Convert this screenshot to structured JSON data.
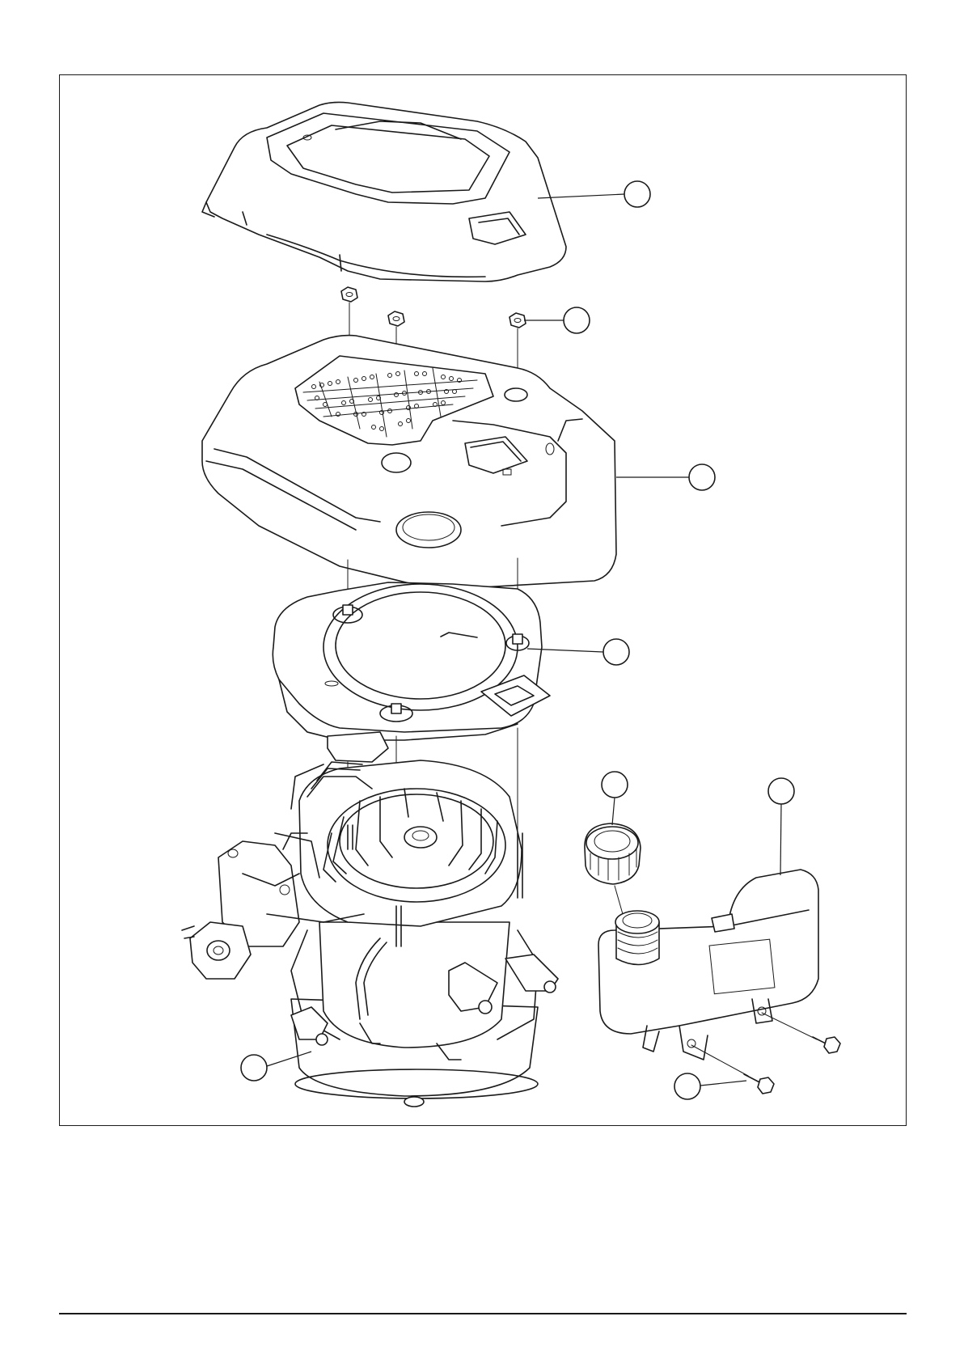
{
  "figure": {
    "type": "exploded-assembly-illustration",
    "callouts": [
      {
        "part": "top-cover"
      },
      {
        "part": "cover-nut"
      },
      {
        "part": "engine-cover"
      },
      {
        "part": "fan-housing"
      },
      {
        "part": "fuel-cap"
      },
      {
        "part": "fuel-tank"
      },
      {
        "part": "engine-block"
      },
      {
        "part": "tank-bolt"
      }
    ],
    "callout_labels_printed": false
  },
  "footer": {
    "rule": true
  }
}
